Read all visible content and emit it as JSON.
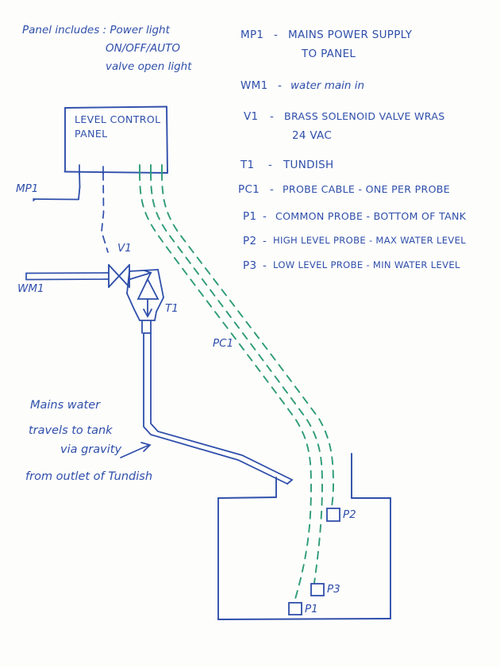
{
  "document": {
    "type": "hand-drawn-schematic",
    "title_visible": false,
    "ink_color_blue": "#2f4faa",
    "ink_color_green": "#2e9b78",
    "paper_color": "#fdfdfc"
  },
  "notes": {
    "panel_includes": {
      "line1": "Panel includes : Power light",
      "line2": "ON/OFF/AUTO",
      "line3": "valve open light"
    },
    "gravity_note": {
      "line1": "Mains water",
      "line2": "travels to tank",
      "line3": "via gravity",
      "line4": "from outlet of Tundish"
    }
  },
  "legend": {
    "items": [
      {
        "tag": "MP1",
        "dash": "-",
        "desc": "MAINS POWER SUPPLY",
        "desc2": "TO PANEL",
        "caps": true
      },
      {
        "tag": "WM1",
        "dash": "-",
        "desc": "water main in",
        "desc2": "",
        "caps": false
      },
      {
        "tag": "V1",
        "dash": "-",
        "desc": "BRASS SOLENOID VALVE WRAS",
        "desc2": "24 VAC",
        "caps": true
      },
      {
        "tag": "T1",
        "dash": "-",
        "desc": "TUNDISH",
        "desc2": "",
        "caps": true
      },
      {
        "tag": "PC1",
        "dash": "-",
        "desc": "PROBE CABLE - ONE PER PROBE",
        "desc2": "",
        "caps": true
      },
      {
        "tag": "P1",
        "dash": "-",
        "desc": "COMMON PROBE - BOTTOM OF TANK",
        "desc2": "",
        "caps": true
      },
      {
        "tag": "P2",
        "dash": "-",
        "desc": "HIGH LEVEL PROBE - MAX WATER LEVEL",
        "desc2": "",
        "caps": true
      },
      {
        "tag": "P3",
        "dash": "-",
        "desc": "LOW LEVEL PROBE - MIN WATER LEVEL",
        "desc2": "",
        "caps": true
      }
    ]
  },
  "panel": {
    "label_line1": "LEVEL CONTROL",
    "label_line2": "PANEL"
  },
  "diagram_labels": {
    "mp1": "MP1",
    "wm1": "WM1",
    "v1": "V1",
    "t1": "T1",
    "pc1": "PC1",
    "p1": "P1",
    "p2": "P2",
    "p3": "P3"
  }
}
